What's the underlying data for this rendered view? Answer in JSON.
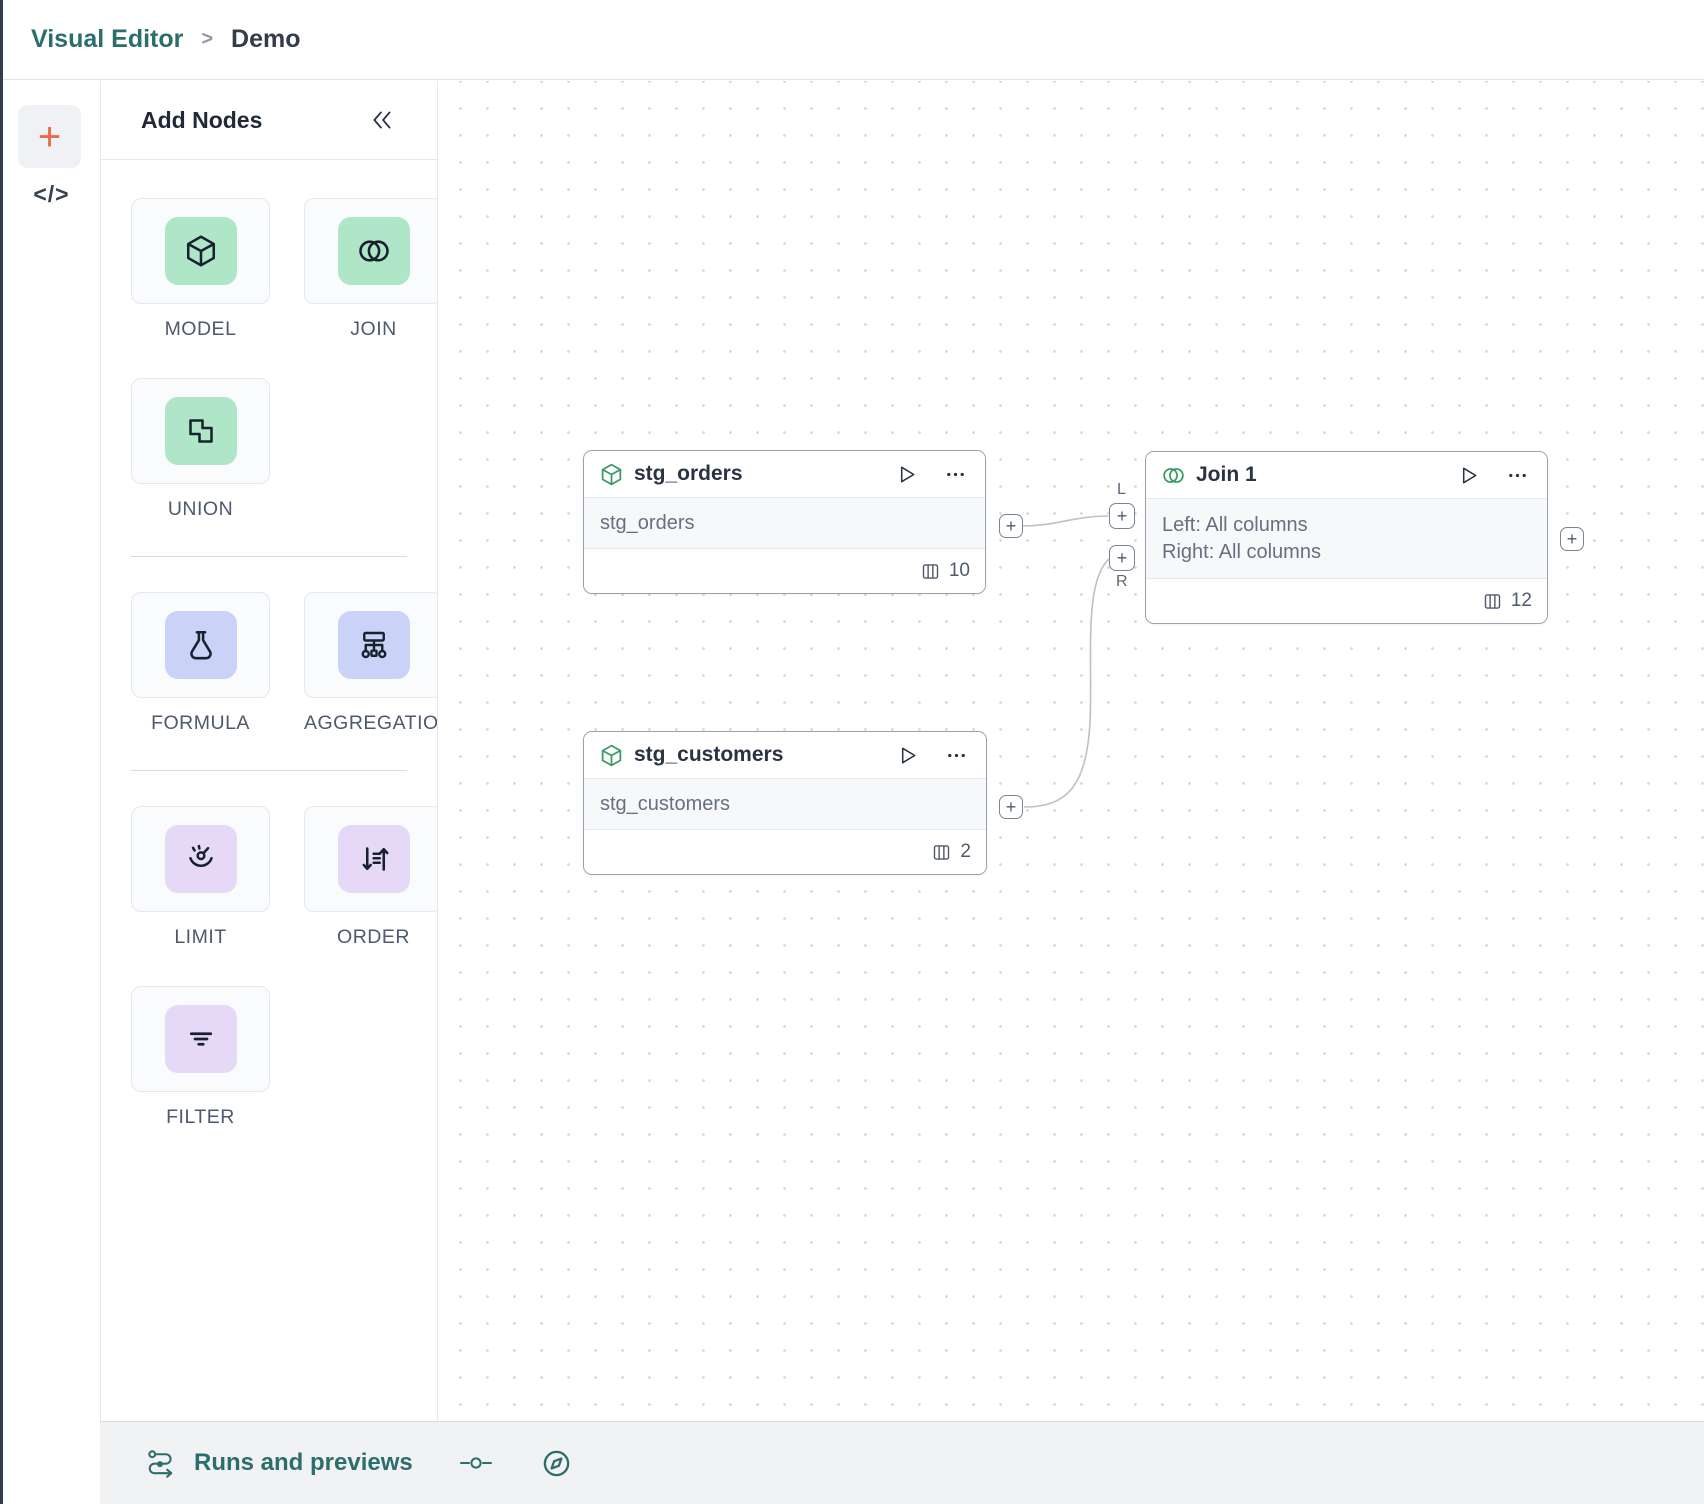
{
  "breadcrumb": {
    "root": "Visual Editor",
    "separator": ">",
    "current": "Demo"
  },
  "toolbar": {
    "add_label": "+",
    "code_label": "</>"
  },
  "panel": {
    "title": "Add Nodes",
    "groups": [
      {
        "items": [
          {
            "id": "model",
            "label": "MODEL",
            "icon": "cube-icon"
          },
          {
            "id": "join",
            "label": "JOIN",
            "icon": "venn-icon"
          },
          {
            "id": "union",
            "label": "UNION",
            "icon": "union-icon"
          }
        ]
      },
      {
        "items": [
          {
            "id": "formula",
            "label": "FORMULA",
            "icon": "flask-icon"
          },
          {
            "id": "aggregation",
            "label": "AGGREGATION",
            "icon": "hierarchy-icon"
          }
        ]
      },
      {
        "items": [
          {
            "id": "limit",
            "label": "LIMIT",
            "icon": "gauge-icon"
          },
          {
            "id": "order",
            "label": "ORDER",
            "icon": "sort-arrows-icon"
          },
          {
            "id": "filter",
            "label": "FILTER",
            "icon": "filter-lines-icon"
          }
        ]
      }
    ]
  },
  "canvas": {
    "nodes": {
      "stg_orders": {
        "title": "stg_orders",
        "body": "stg_orders",
        "column_count": "10"
      },
      "join1": {
        "title": "Join 1",
        "body_line1": "Left: All columns",
        "body_line2": "Right: All columns",
        "column_count": "12"
      },
      "stg_customers": {
        "title": "stg_customers",
        "body": "stg_customers",
        "column_count": "2"
      }
    },
    "ports": {
      "plus": "+",
      "left_label": "L",
      "right_label": "R"
    }
  },
  "bottom_bar": {
    "runs_label": "Runs and previews"
  },
  "colors": {
    "teal": "#2C6E6B",
    "orange_accent": "#ED6A49",
    "mint_icon_bg": "#AFE6C8",
    "periwinkle_icon_bg": "#CBD2F8",
    "lavender_icon_bg": "#E6D9F8",
    "node_icon_green": "#3D9A64",
    "edge": "#BCC1C9",
    "dark_text": "#2A3342"
  }
}
